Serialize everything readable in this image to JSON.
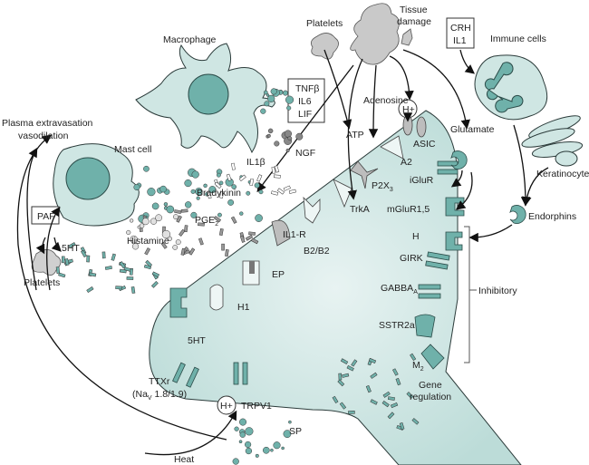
{
  "labels": {
    "macrophage": "Macrophage",
    "mast_cell": "Mast cell",
    "plasma_1": "Plasma extravasation",
    "plasma_2": "vasodilation",
    "paf": "PAF",
    "five_ht_left": "5HT",
    "platelets_left": "Platelets",
    "histamine": "Histamine",
    "pge2": "PGE",
    "pge2_sub": "2",
    "bradykinin": "Bradykinin",
    "il1b": "IL1β",
    "ngf": "NGF",
    "tnf_box": [
      "TNFβ",
      "IL6",
      "LIF"
    ],
    "platelets_top": "Platelets",
    "tissue_damage_1": "Tissue",
    "tissue_damage_2": "damage",
    "crh_box": [
      "CRH",
      "IL1"
    ],
    "immune_cells": "Immune cells",
    "adenosine": "Adenosine",
    "h_plus_top": "H+",
    "atp": "ATP",
    "asic": "ASIC",
    "a2": "A2",
    "glutamate": "Glutamate",
    "iglur": "iGluR",
    "p2x3": "P2X",
    "p2x3_sub": "3",
    "trka": "TrkA",
    "mglur": "mGluR1,5",
    "keratinocytes": "Keratinocytes",
    "endorphins": "Endorphins",
    "il1r": "IL1-R",
    "b2b2": "B2/B2",
    "h": "H",
    "girk": "GIRK",
    "ep": "EP",
    "h1": "H1",
    "gabba": "GABBA",
    "gabba_sub": "A",
    "inhibitory": "Inhibitory",
    "sstr2a": "SSTR2a",
    "five_ht_neuron": "5HT",
    "m2": "M",
    "m2_sub": "2",
    "gene_1": "Gene",
    "gene_2": "regulation",
    "ttxr": "TTXr",
    "nav": "(Na",
    "nav_sub": "V",
    "nav_rest": " 1.8/1.9)",
    "h_plus_bottom": "H+",
    "trpv1": "TRPV1",
    "sp": "SP",
    "heat": "Heat"
  },
  "colors": {
    "cell_fill": "#cfe6e3",
    "teal": "#6fb1aa",
    "gray": "#bdbdbd"
  }
}
